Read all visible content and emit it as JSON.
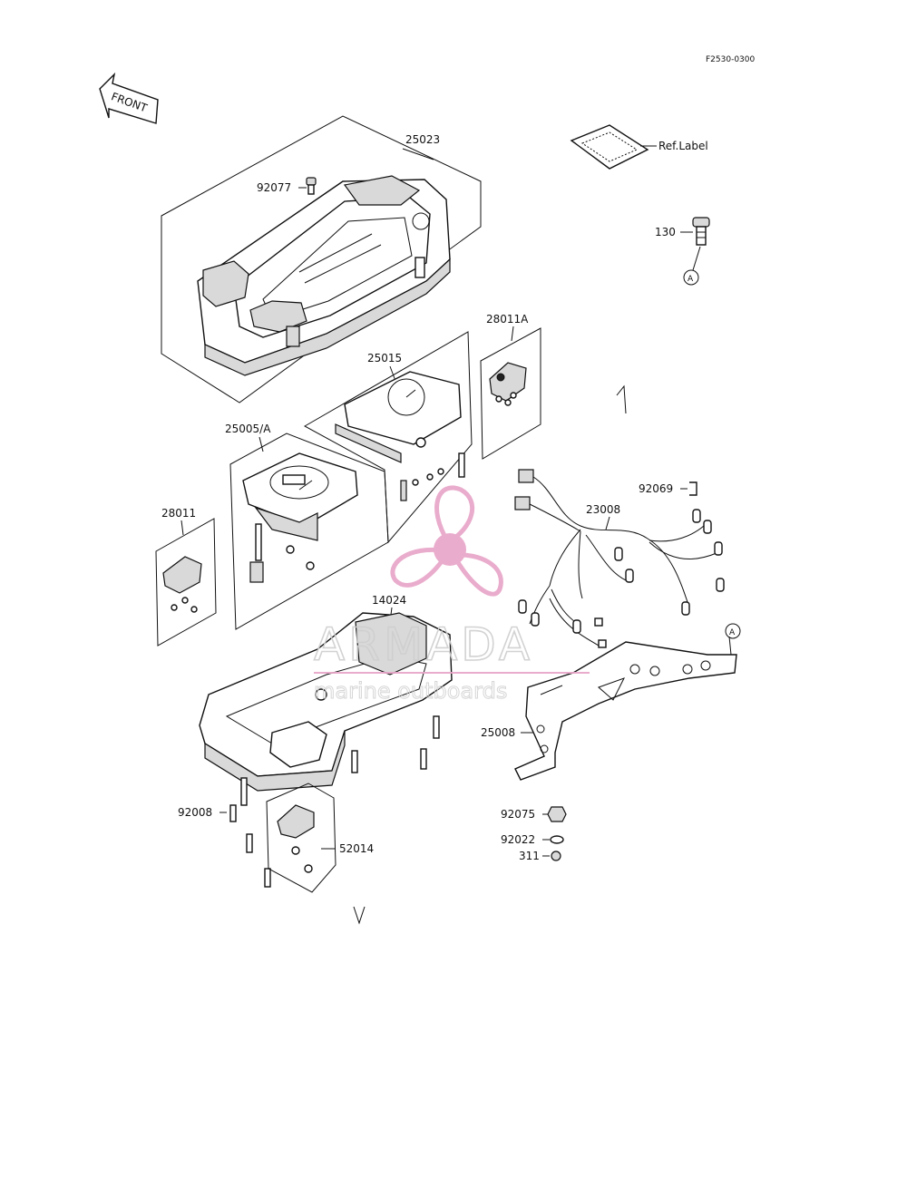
{
  "diagram": {
    "ref_code": "F2530-0300",
    "front_label": "FRONT",
    "ref_label": "Ref.Label",
    "circle_marker": "A",
    "parts": {
      "p25023": "25023",
      "p92077": "92077",
      "p130": "130",
      "p28011A": "28011A",
      "p25015": "25015",
      "p25005A": "25005/A",
      "p28011": "28011",
      "p92069": "92069",
      "p23008": "23008",
      "p14024": "14024",
      "p25008": "25008",
      "p92008": "92008",
      "p52014": "52014",
      "p92075": "92075",
      "p92022": "92022",
      "p311": "311"
    }
  },
  "watermark": {
    "brand": "ARMADA",
    "tagline": "marine outboards",
    "color": "#e8a6c8"
  }
}
